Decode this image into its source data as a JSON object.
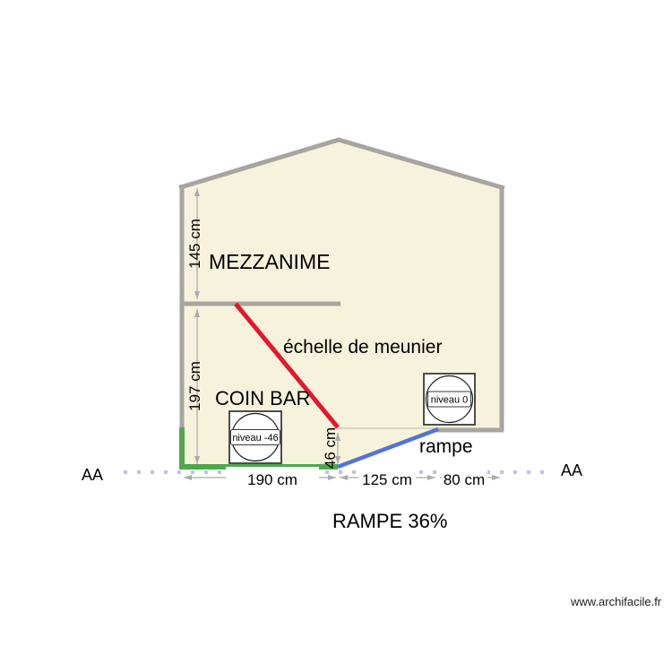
{
  "drawing": {
    "rooms": {
      "mezzanine_label": "MEZZANIME",
      "coin_bar_label": "COIN BAR"
    },
    "annotations": {
      "ladder_label": "échelle de meunier",
      "ramp_label": "rampe",
      "ramp_slope_label": "RAMPE 36%",
      "section_label_left": "AA",
      "section_label_right": "AA"
    },
    "dimensions": {
      "mezzanine_height": "145 cm",
      "coin_bar_height": "197 cm",
      "level_drop": "46 cm",
      "coin_bar_width": "190 cm",
      "ramp_width": "125 cm",
      "landing_width": "80 cm"
    },
    "level_markers": {
      "level_zero": "niveau 0",
      "level_minus_46": "niveau -46"
    },
    "watermark": "www.archifacile.fr",
    "colors": {
      "wall": "#a8a4a0",
      "room_fill": "#f7f2dc",
      "ladder": "#e2182d",
      "ladder_text": "#cf2b2b",
      "ramp": "#5373d6",
      "ramp_text": "#2626d8",
      "floor_low": "#4fa74f",
      "section_line": "#bfbfef",
      "dimension": "#aaaaaa"
    }
  }
}
